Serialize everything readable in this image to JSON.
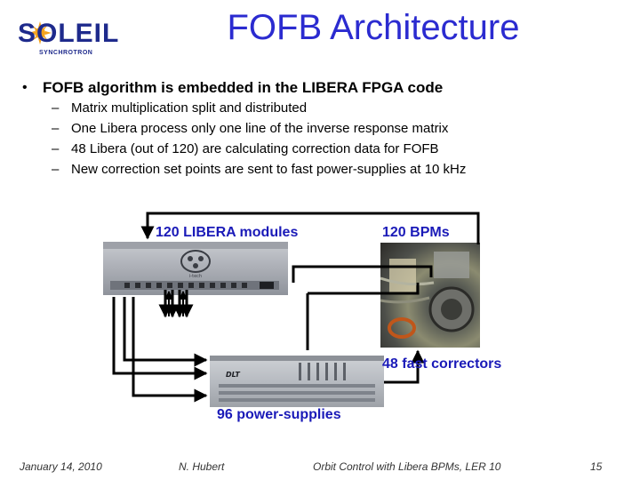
{
  "slide": {
    "title": "FOFB Architecture",
    "logo": {
      "word": "SOLEIL",
      "sub": "SYNCHROTRON",
      "colors": {
        "sun": "#f4a21c",
        "text": "#1e2a8c"
      }
    },
    "bullet": "•",
    "main_point": "FOFB algorithm is embedded in the LIBERA FPGA code",
    "sub_points": [
      {
        "dash": "–",
        "text": "Matrix multiplication split and distributed"
      },
      {
        "dash": "–",
        "text": "One Libera process only one line of the inverse response matrix"
      },
      {
        "dash": "–",
        "text": "48 Libera (out of 120) are calculating correction data for FOFB"
      },
      {
        "dash": "–",
        "text": "New correction set points are sent to fast power-supplies at 10 kHz"
      }
    ]
  },
  "diagram": {
    "label_libera": "120 LIBERA modules",
    "label_bpm": "120 BPMs",
    "label_correctors": "48 fast correctors",
    "label_psu": "96 power-supplies",
    "libera_logo_text": "i-tech",
    "psu_brand": "DLT",
    "label_color": "#1a1ab8"
  },
  "footer": {
    "date": "January 14, 2010",
    "author": "N. Hubert",
    "talk": "Orbit Control with Libera BPMs, LER 10",
    "page": "15"
  }
}
